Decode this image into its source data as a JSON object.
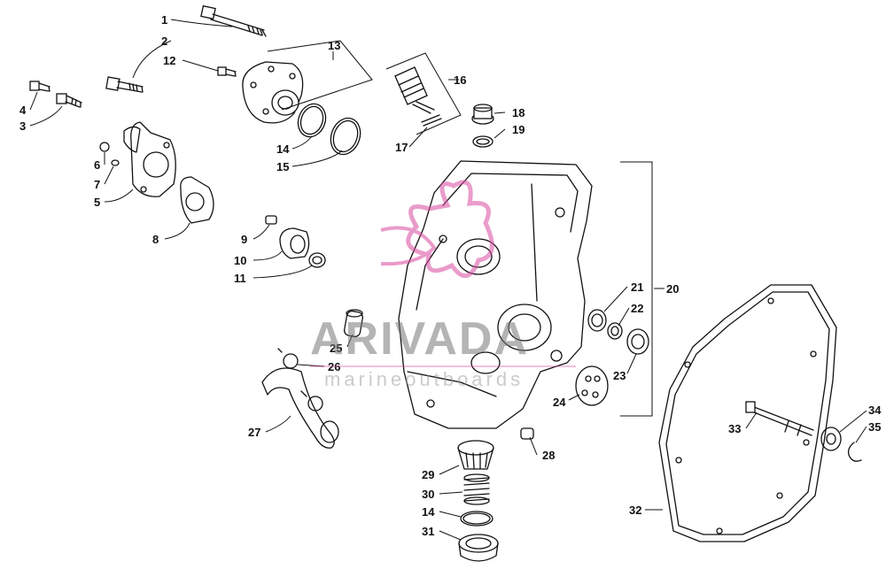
{
  "watermark": {
    "brand": "ARIVADA",
    "tagline": "marineoutboards"
  },
  "callouts": [
    {
      "id": "c1",
      "label": "1"
    },
    {
      "id": "c2",
      "label": "2"
    },
    {
      "id": "c12",
      "label": "12"
    },
    {
      "id": "c13",
      "label": "13"
    },
    {
      "id": "c16",
      "label": "16"
    },
    {
      "id": "c4",
      "label": "4"
    },
    {
      "id": "c3",
      "label": "3"
    },
    {
      "id": "c18",
      "label": "18"
    },
    {
      "id": "c19",
      "label": "19"
    },
    {
      "id": "c6",
      "label": "6"
    },
    {
      "id": "c7",
      "label": "7"
    },
    {
      "id": "c5",
      "label": "5"
    },
    {
      "id": "c14a",
      "label": "14"
    },
    {
      "id": "c15",
      "label": "15"
    },
    {
      "id": "c17",
      "label": "17"
    },
    {
      "id": "c8",
      "label": "8"
    },
    {
      "id": "c9",
      "label": "9"
    },
    {
      "id": "c10",
      "label": "10"
    },
    {
      "id": "c11",
      "label": "11"
    },
    {
      "id": "c20",
      "label": "20"
    },
    {
      "id": "c21",
      "label": "21"
    },
    {
      "id": "c22",
      "label": "22"
    },
    {
      "id": "c23",
      "label": "23"
    },
    {
      "id": "c24",
      "label": "24"
    },
    {
      "id": "c25",
      "label": "25"
    },
    {
      "id": "c26",
      "label": "26"
    },
    {
      "id": "c27",
      "label": "27"
    },
    {
      "id": "c28",
      "label": "28"
    },
    {
      "id": "c29",
      "label": "29"
    },
    {
      "id": "c30",
      "label": "30"
    },
    {
      "id": "c14b",
      "label": "14"
    },
    {
      "id": "c31",
      "label": "31"
    },
    {
      "id": "c32",
      "label": "32"
    },
    {
      "id": "c33",
      "label": "33"
    },
    {
      "id": "c34",
      "label": "34"
    },
    {
      "id": "c35",
      "label": "35"
    }
  ]
}
